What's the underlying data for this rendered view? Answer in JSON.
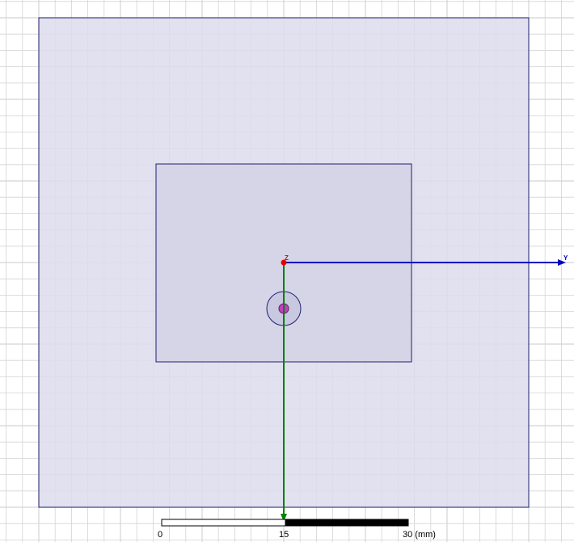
{
  "view": {
    "background": "#ffffff",
    "grid_color": "#d4d4d4",
    "substrate_fill": "#dcdcec",
    "patch_fill": "#d4d4e6",
    "outline_color": "#202070",
    "feed_inner_color": "#c040c0"
  },
  "axes": {
    "y_axis": {
      "letter": "Y",
      "color": "#0000c0"
    },
    "z_axis": {
      "letter": "Z",
      "color": "#e00000"
    },
    "x_axis": {
      "color": "#008000"
    }
  },
  "scale_bar": {
    "unit": "(mm)",
    "labels": [
      "0",
      "15",
      "30 (mm)"
    ],
    "segments": [
      "white",
      "black"
    ]
  }
}
